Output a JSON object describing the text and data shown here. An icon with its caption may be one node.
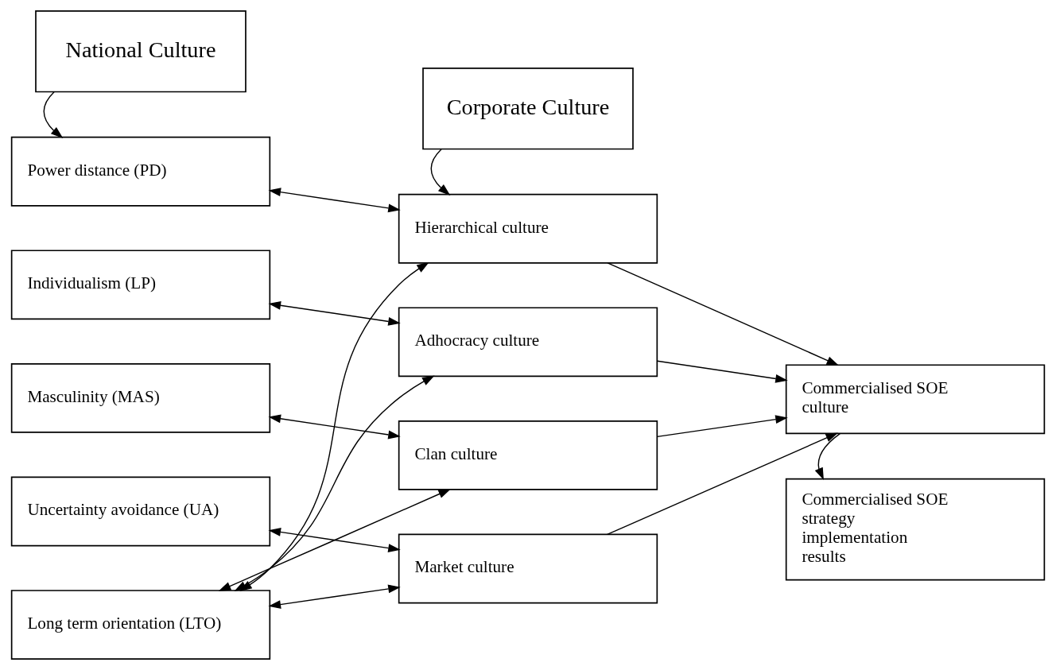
{
  "diagram": {
    "nodes": [
      {
        "text": [
          "National Culture"
        ]
      },
      {
        "text": [
          "Corporate Culture"
        ]
      },
      {
        "text": [
          "Power distance (PD)"
        ]
      },
      {
        "text": [
          "Hierarchical culture"
        ]
      },
      {
        "text": [
          "Individualism (LP)"
        ]
      },
      {
        "text": [
          "Adhocracy culture"
        ]
      },
      {
        "text": [
          "Commercialised SOE culture"
        ]
      },
      {
        "text": [
          "Masculinity (MAS)"
        ]
      },
      {
        "text": [
          "Clan culture"
        ]
      },
      {
        "text": [
          "Uncertainty avoidance (UA)"
        ]
      },
      {
        "text": [
          "Market culture"
        ]
      },
      {
        "text": [
          "Commercialised SOE strategy implementation results"
        ]
      },
      {
        "text": [
          "Long term orientation (LTO)"
        ]
      }
    ],
    "edges": [
      {
        "from": 0,
        "to": 2,
        "arrow": "to"
      },
      {
        "from": 1,
        "to": 3,
        "arrow": "to"
      },
      {
        "from": 2,
        "to": 3,
        "arrow": "both"
      },
      {
        "from": 4,
        "to": 5,
        "arrow": "both"
      },
      {
        "from": 7,
        "to": 8,
        "arrow": "both"
      },
      {
        "from": 9,
        "to": 10,
        "arrow": "both"
      },
      {
        "from": 12,
        "to": 3,
        "arrow": "both"
      },
      {
        "from": 12,
        "to": 5,
        "arrow": "both"
      },
      {
        "from": 12,
        "to": 8,
        "arrow": "both"
      },
      {
        "from": 12,
        "to": 10,
        "arrow": "both"
      },
      {
        "from": 3,
        "to": 6,
        "arrow": "to"
      },
      {
        "from": 5,
        "to": 6,
        "arrow": "to"
      },
      {
        "from": 8,
        "to": 6,
        "arrow": "to"
      },
      {
        "from": 10,
        "to": 6,
        "arrow": "to"
      },
      {
        "from": 6,
        "to": 11,
        "arrow": "to"
      }
    ]
  }
}
